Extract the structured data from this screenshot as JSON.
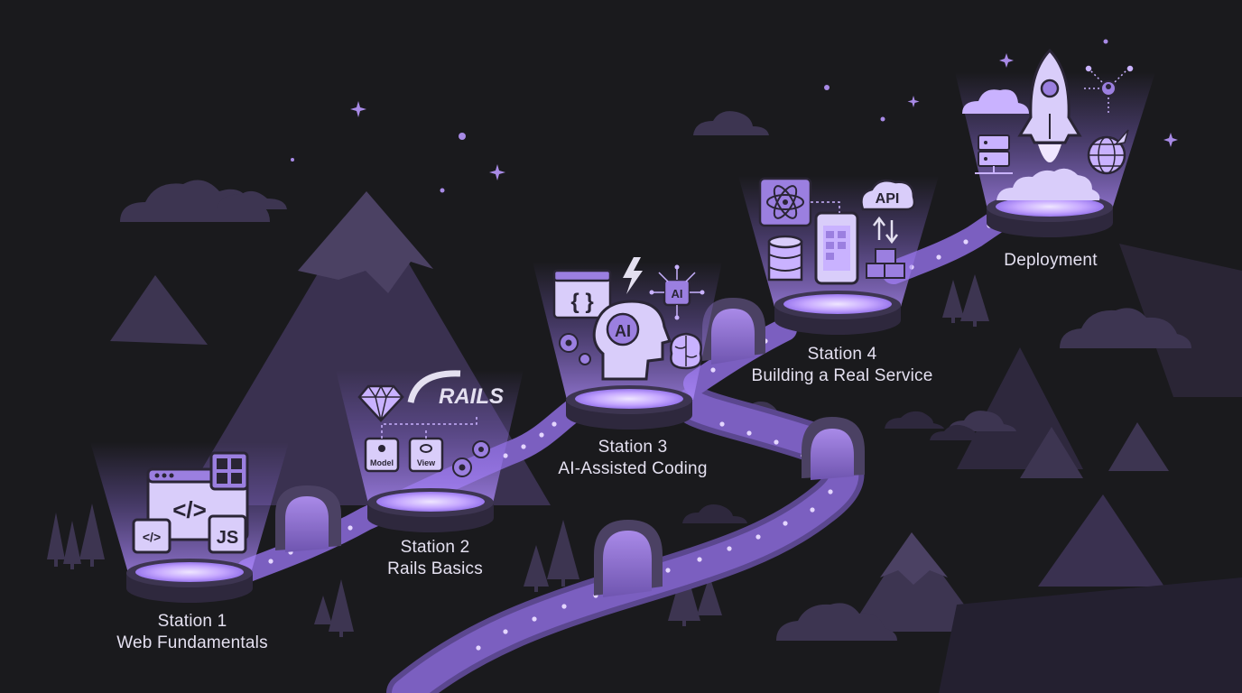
{
  "stations": [
    {
      "title": "Station 1",
      "subtitle": "Web Fundamentals"
    },
    {
      "title": "Station 2",
      "subtitle": "Rails Basics"
    },
    {
      "title": "Station 3",
      "subtitle": "AI-Assisted Coding"
    },
    {
      "title": "Station 4",
      "subtitle": "Building a Real Service"
    },
    {
      "title": "Deployment",
      "subtitle": ""
    }
  ],
  "icons": {
    "station1": {
      "code_tag": "</>",
      "small_code_tag": "</>",
      "js": "JS"
    },
    "station2": {
      "rails": "RAILS",
      "model": "Model",
      "view": "View"
    },
    "station3": {
      "braces": "{ }",
      "ai_head": "AI",
      "ai_chip": "AI"
    },
    "station4": {
      "api": "API"
    }
  },
  "colors": {
    "background": "#1a1a1d",
    "terrain": "#3d3551",
    "terrain_light": "#4b4163",
    "path": "#7b5fc0",
    "glow": "#b08cff",
    "accent": "#8e6ee0",
    "text": "#e4e0f0"
  }
}
